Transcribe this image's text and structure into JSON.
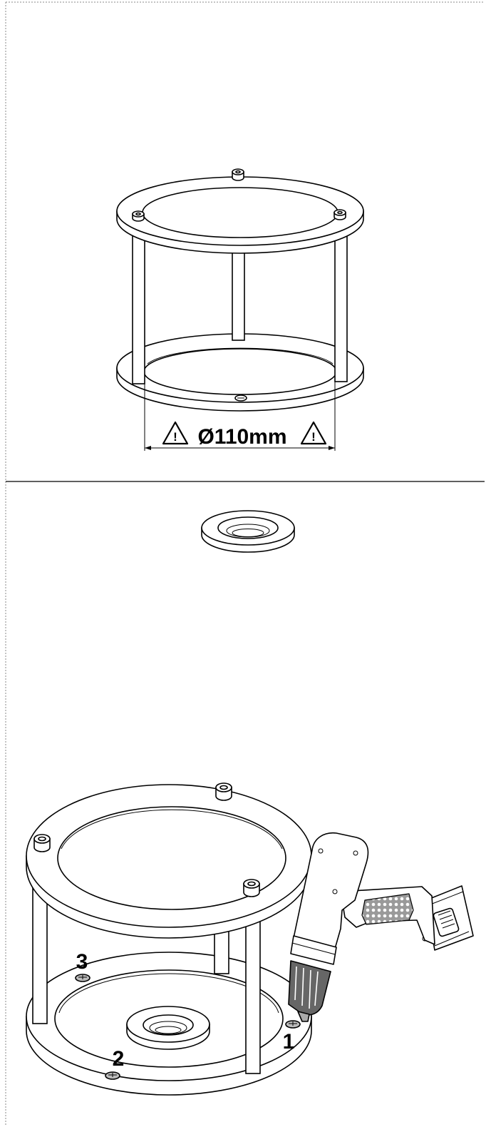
{
  "step_top": {
    "dimension_text": "Ø110mm",
    "warning_icon": "warning-triangle-icon"
  },
  "step_bottom": {
    "screw_labels": [
      "1",
      "2",
      "3"
    ],
    "tool_icon": "cordless-drill-icon"
  },
  "colors": {
    "line": "#000000",
    "fill": "#ffffff",
    "tool_grip": "#888888",
    "chuck": "#666666",
    "screw_fill": "#bbbbbb"
  }
}
